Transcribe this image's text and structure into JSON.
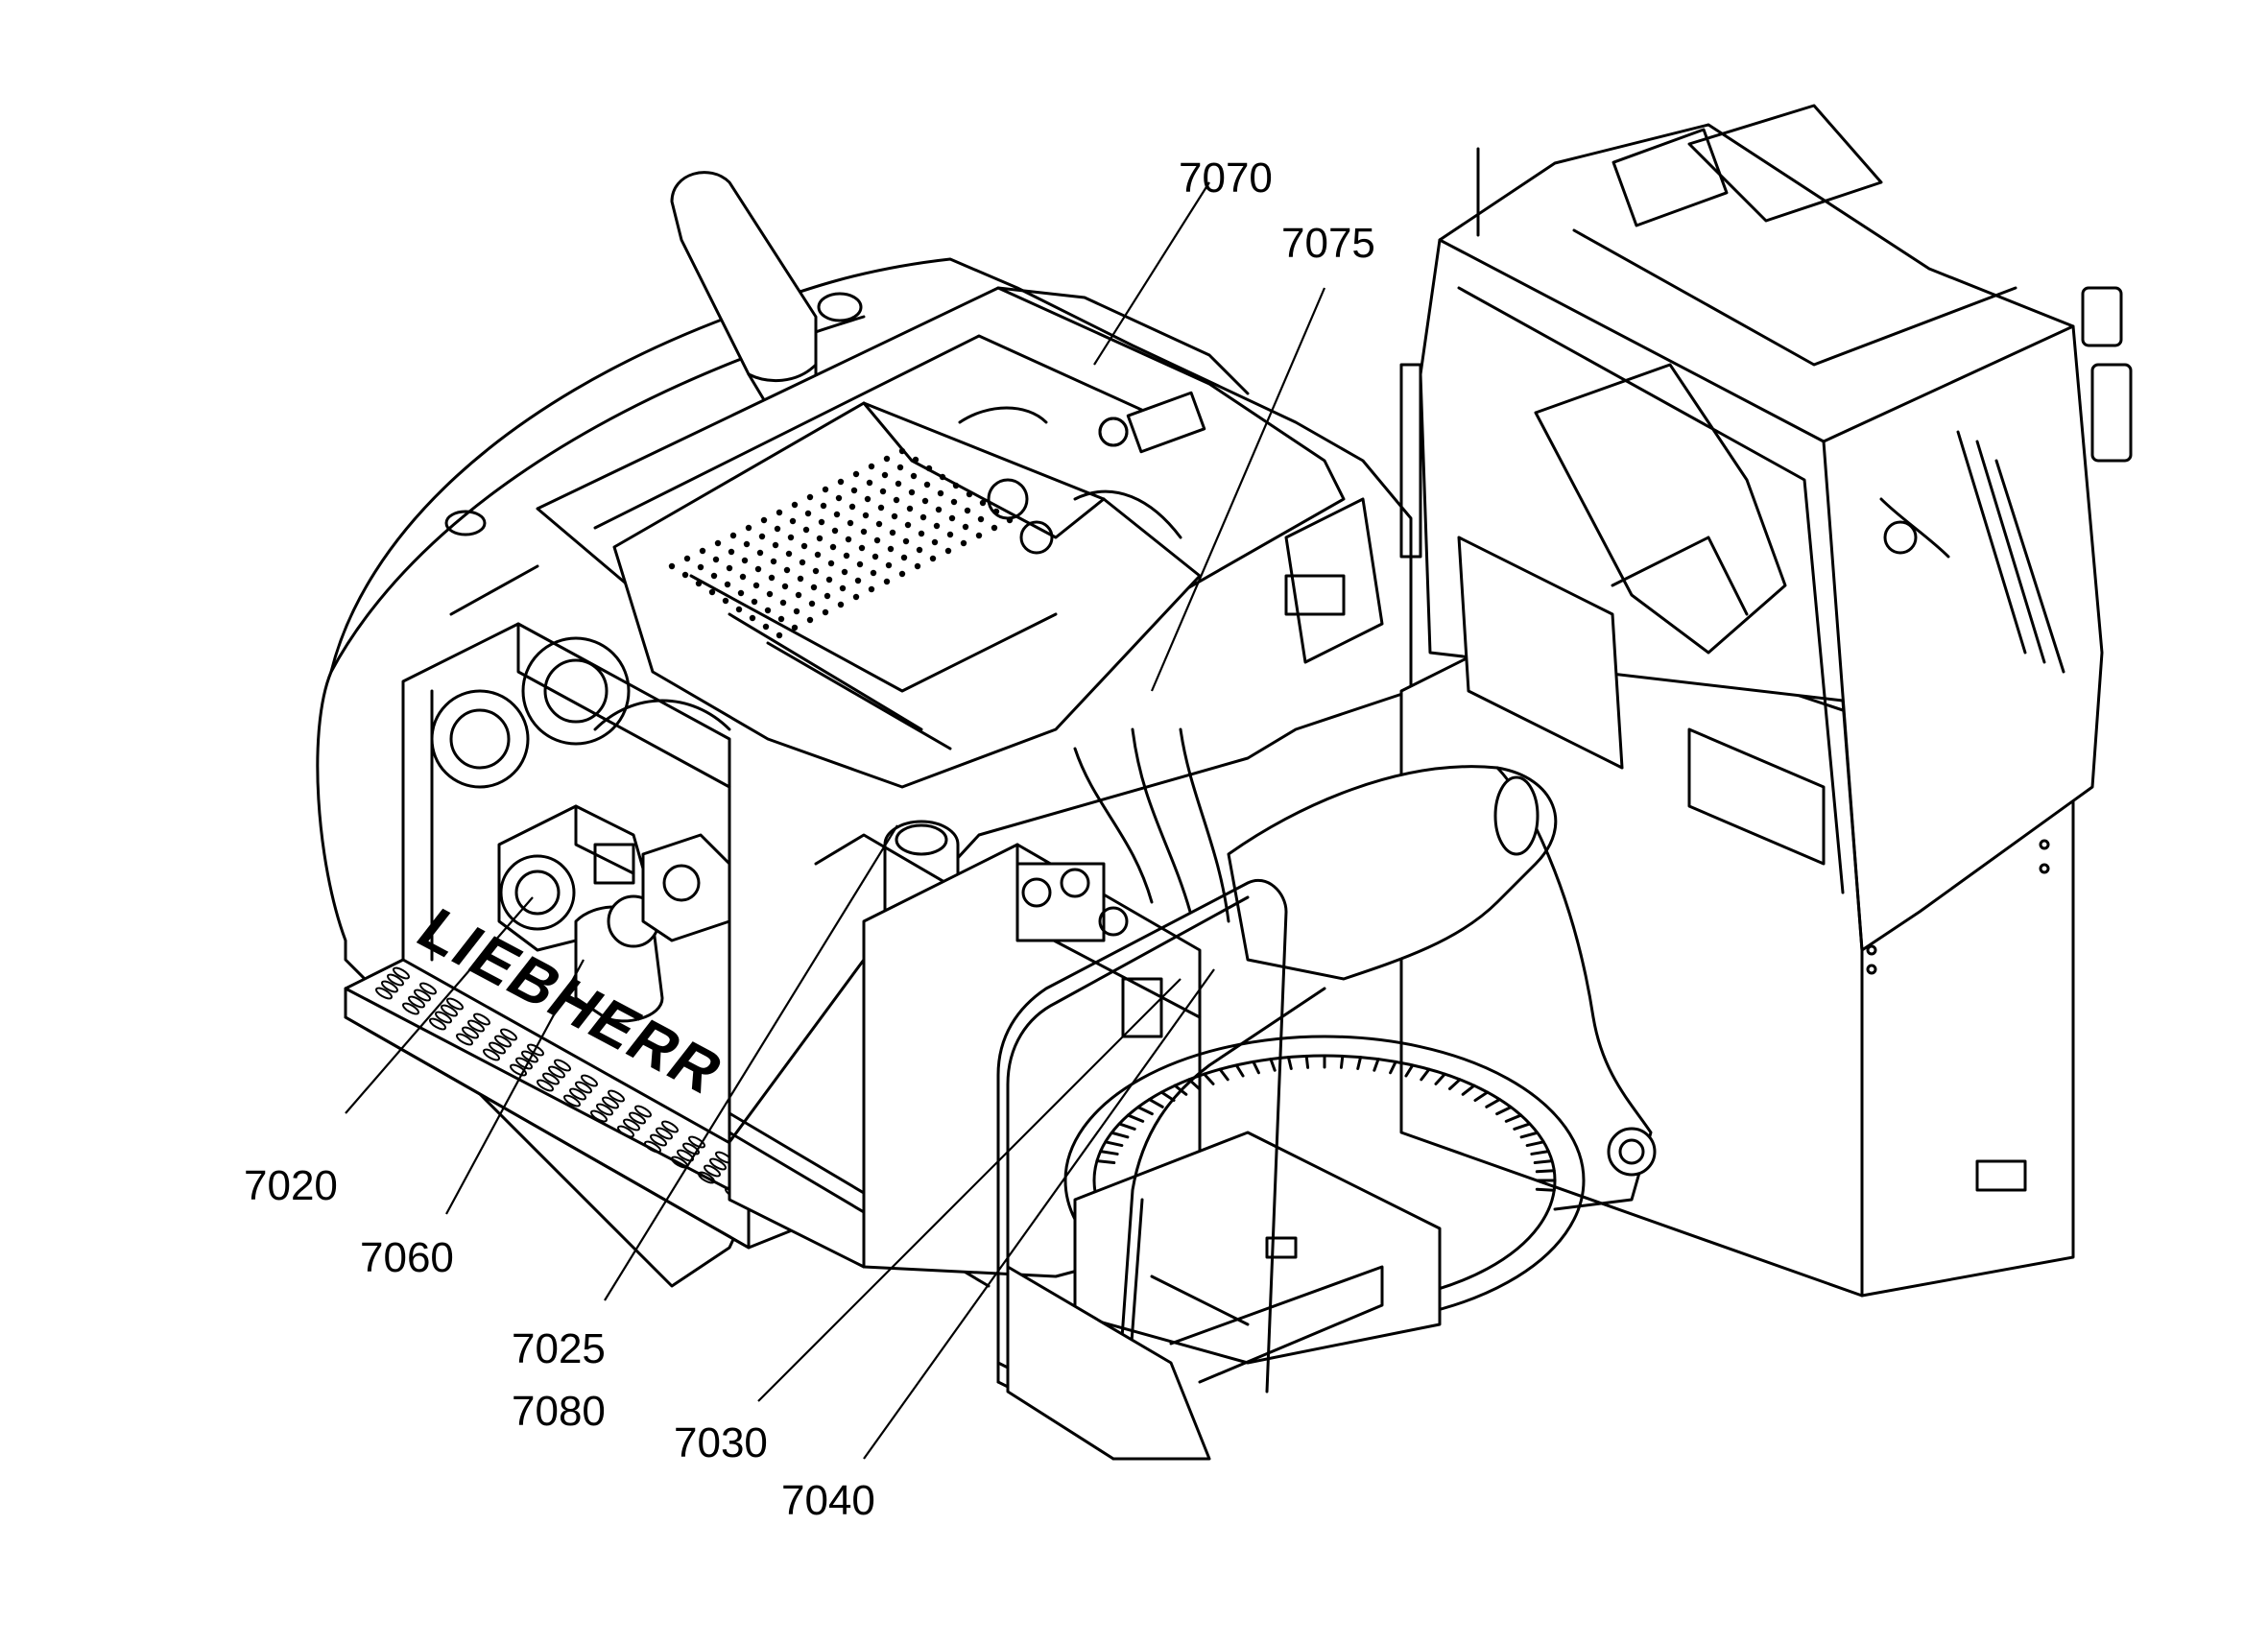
{
  "labels": {
    "c7070": "7070",
    "c7075": "7075",
    "c7020": "7020",
    "c7060": "7060",
    "c7025": "7025",
    "c7080": "7080",
    "c7030": "7030",
    "c7040": "7040"
  },
  "brand": "LIEBHERR"
}
